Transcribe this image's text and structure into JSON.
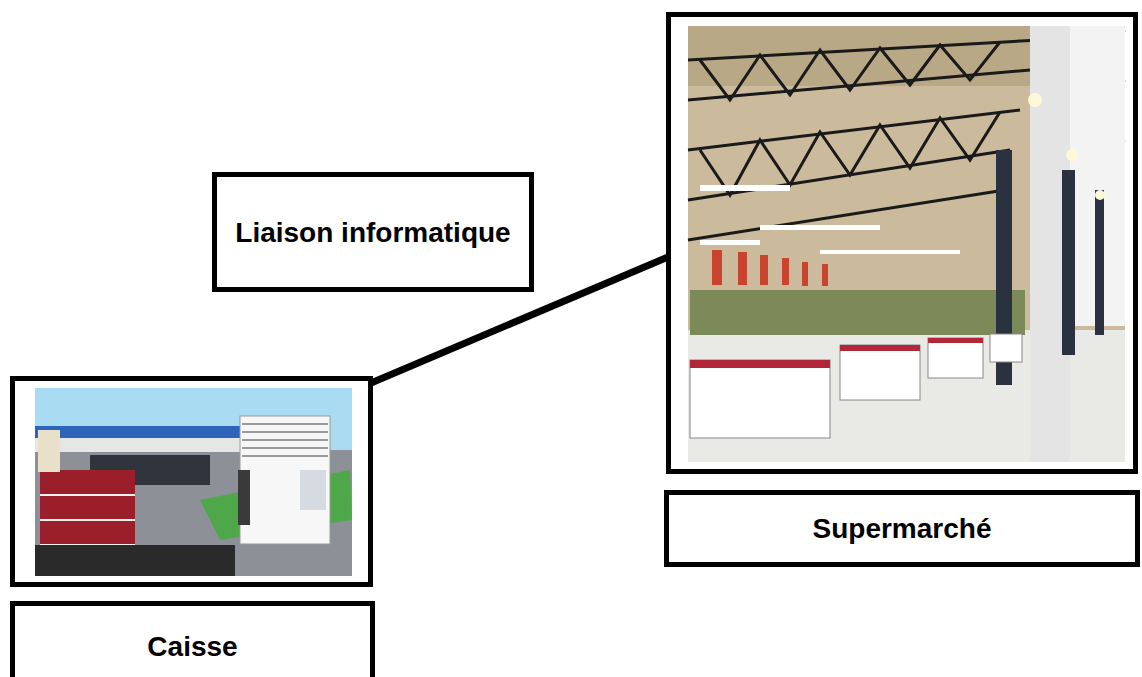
{
  "diagram": {
    "nodes": [
      {
        "text": [
          "Liaison informatique"
        ]
      },
      {
        "text": [
          "Supermarché"
        ]
      },
      {
        "text": [
          "Caisse"
        ]
      }
    ],
    "edges": [
      {
        "from": 2,
        "to": 1,
        "arrow": "none"
      }
    ]
  }
}
